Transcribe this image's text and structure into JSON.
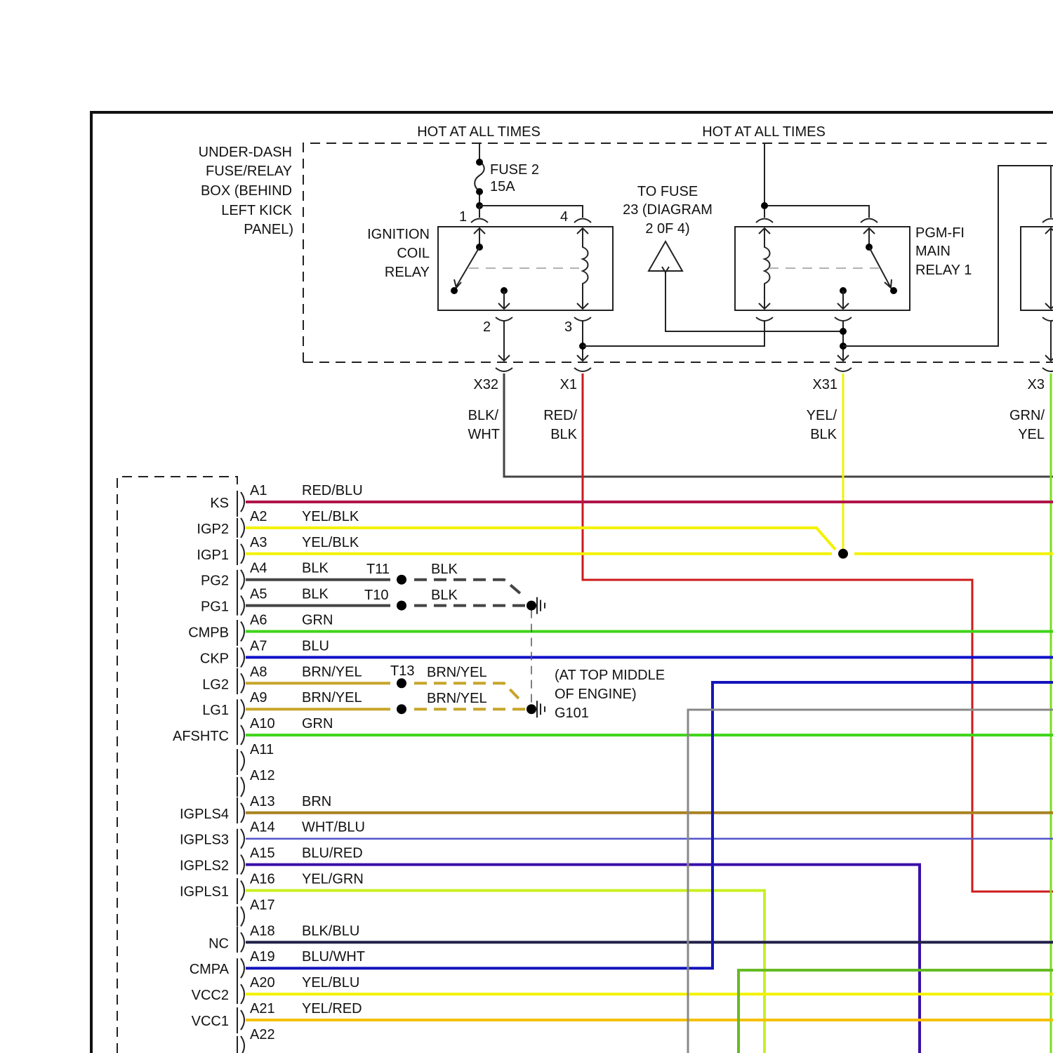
{
  "diagram": {
    "top_labels": {
      "hot1": "HOT AT ALL TIMES",
      "hot2": "HOT AT ALL TIMES"
    },
    "fusebox_label": [
      "UNDER-DASH",
      "FUSE/RELAY",
      "BOX (BEHIND",
      "LEFT KICK",
      "PANEL)"
    ],
    "fuse": {
      "name": "FUSE 2",
      "rating": "15A"
    },
    "ignition_relay": {
      "label": [
        "IGNITION",
        "COIL",
        "RELAY"
      ],
      "pins": [
        "1",
        "4",
        "2",
        "3"
      ]
    },
    "to_fuse": [
      "TO FUSE",
      "23 (DIAGRAM",
      "2 0F 4)"
    ],
    "pgm_relay": {
      "label": [
        "PGM-FI",
        "MAIN",
        "RELAY 1"
      ]
    },
    "connectors": [
      {
        "id": "X32",
        "color_label": [
          "BLK/",
          "WHT"
        ],
        "color": "#444444"
      },
      {
        "id": "X1",
        "color_label": [
          "RED/",
          "BLK"
        ],
        "color": "#cc1a1a"
      },
      {
        "id": "X31",
        "color_label": [
          "YEL/",
          "BLK"
        ],
        "color": "#f2f200"
      },
      {
        "id": "X3",
        "color_label": [
          "GRN/",
          "YEL"
        ],
        "color": "#7ddc1f"
      }
    ],
    "ecm_pins": [
      {
        "pin": "A1",
        "signal": "KS",
        "wire": "RED/BLU",
        "color": "#b0154a"
      },
      {
        "pin": "A2",
        "signal": "IGP2",
        "wire": "YEL/BLK",
        "color": "#f2f200"
      },
      {
        "pin": "A3",
        "signal": "IGP1",
        "wire": "YEL/BLK",
        "color": "#f2f200"
      },
      {
        "pin": "A4",
        "signal": "PG2",
        "wire": "BLK",
        "color": "#444444"
      },
      {
        "pin": "A5",
        "signal": "PG1",
        "wire": "BLK",
        "color": "#444444"
      },
      {
        "pin": "A6",
        "signal": "CMPB",
        "wire": "GRN",
        "color": "#3fd41a"
      },
      {
        "pin": "A7",
        "signal": "CKP",
        "wire": "BLU",
        "color": "#1010cc"
      },
      {
        "pin": "A8",
        "signal": "LG2",
        "wire": "BRN/YEL",
        "color": "#c8a52a"
      },
      {
        "pin": "A9",
        "signal": "LG1",
        "wire": "BRN/YEL",
        "color": "#c8a52a"
      },
      {
        "pin": "A10",
        "signal": "AFSHTC",
        "wire": "GRN",
        "color": "#3fd41a"
      },
      {
        "pin": "A11",
        "signal": "",
        "wire": "",
        "color": ""
      },
      {
        "pin": "A12",
        "signal": "",
        "wire": "",
        "color": ""
      },
      {
        "pin": "A13",
        "signal": "IGPLS4",
        "wire": "BRN",
        "color": "#a8821f"
      },
      {
        "pin": "A14",
        "signal": "IGPLS3",
        "wire": "WHT/BLU",
        "color": "#5555cc"
      },
      {
        "pin": "A15",
        "signal": "IGPLS2",
        "wire": "BLU/RED",
        "color": "#3a10a8"
      },
      {
        "pin": "A16",
        "signal": "IGPLS1",
        "wire": "YEL/GRN",
        "color": "#c8f020"
      },
      {
        "pin": "A17",
        "signal": "",
        "wire": "",
        "color": ""
      },
      {
        "pin": "A18",
        "signal": "NC",
        "wire": "BLK/BLU",
        "color": "#22224a"
      },
      {
        "pin": "A19",
        "signal": "CMPA",
        "wire": "BLU/WHT",
        "color": "#1515bb"
      },
      {
        "pin": "A20",
        "signal": "VCC2",
        "wire": "YEL/BLU",
        "color": "#f2f200"
      },
      {
        "pin": "A21",
        "signal": "VCC1",
        "wire": "YEL/RED",
        "color": "#f5c000"
      },
      {
        "pin": "A22",
        "signal": "",
        "wire": "",
        "color": ""
      }
    ],
    "splices": {
      "t11": "T11",
      "t10": "T10",
      "t13": "T13",
      "blk1": "BLK",
      "blk2": "BLK",
      "by1": "BRN/YEL",
      "by2": "BRN/YEL"
    },
    "ground": {
      "location": [
        "(AT TOP MIDDLE",
        "OF ENGINE)"
      ],
      "id": "G101"
    }
  }
}
